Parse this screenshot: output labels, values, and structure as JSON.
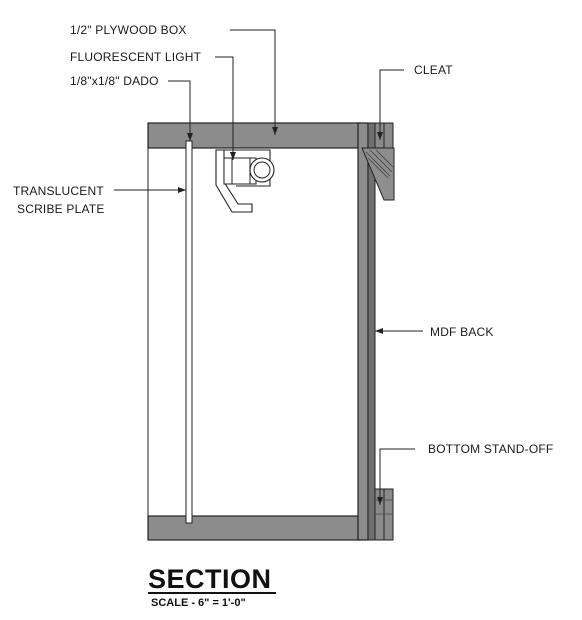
{
  "labels": {
    "plywood_box": "1/2\" PLYWOOD BOX",
    "fluorescent_light": "FLUORESCENT LIGHT",
    "dado": "1/8\"x1/8\" DADO",
    "cleat": "CLEAT",
    "translucent_line1": "TRANSLUCENT",
    "translucent_line2": "SCRIBE PLATE",
    "mdf_back": "MDF BACK",
    "bottom_standoff": "BOTTOM STAND-OFF"
  },
  "title": "SECTION",
  "scale_text": "SCALE - 6\" = 1'-0\""
}
